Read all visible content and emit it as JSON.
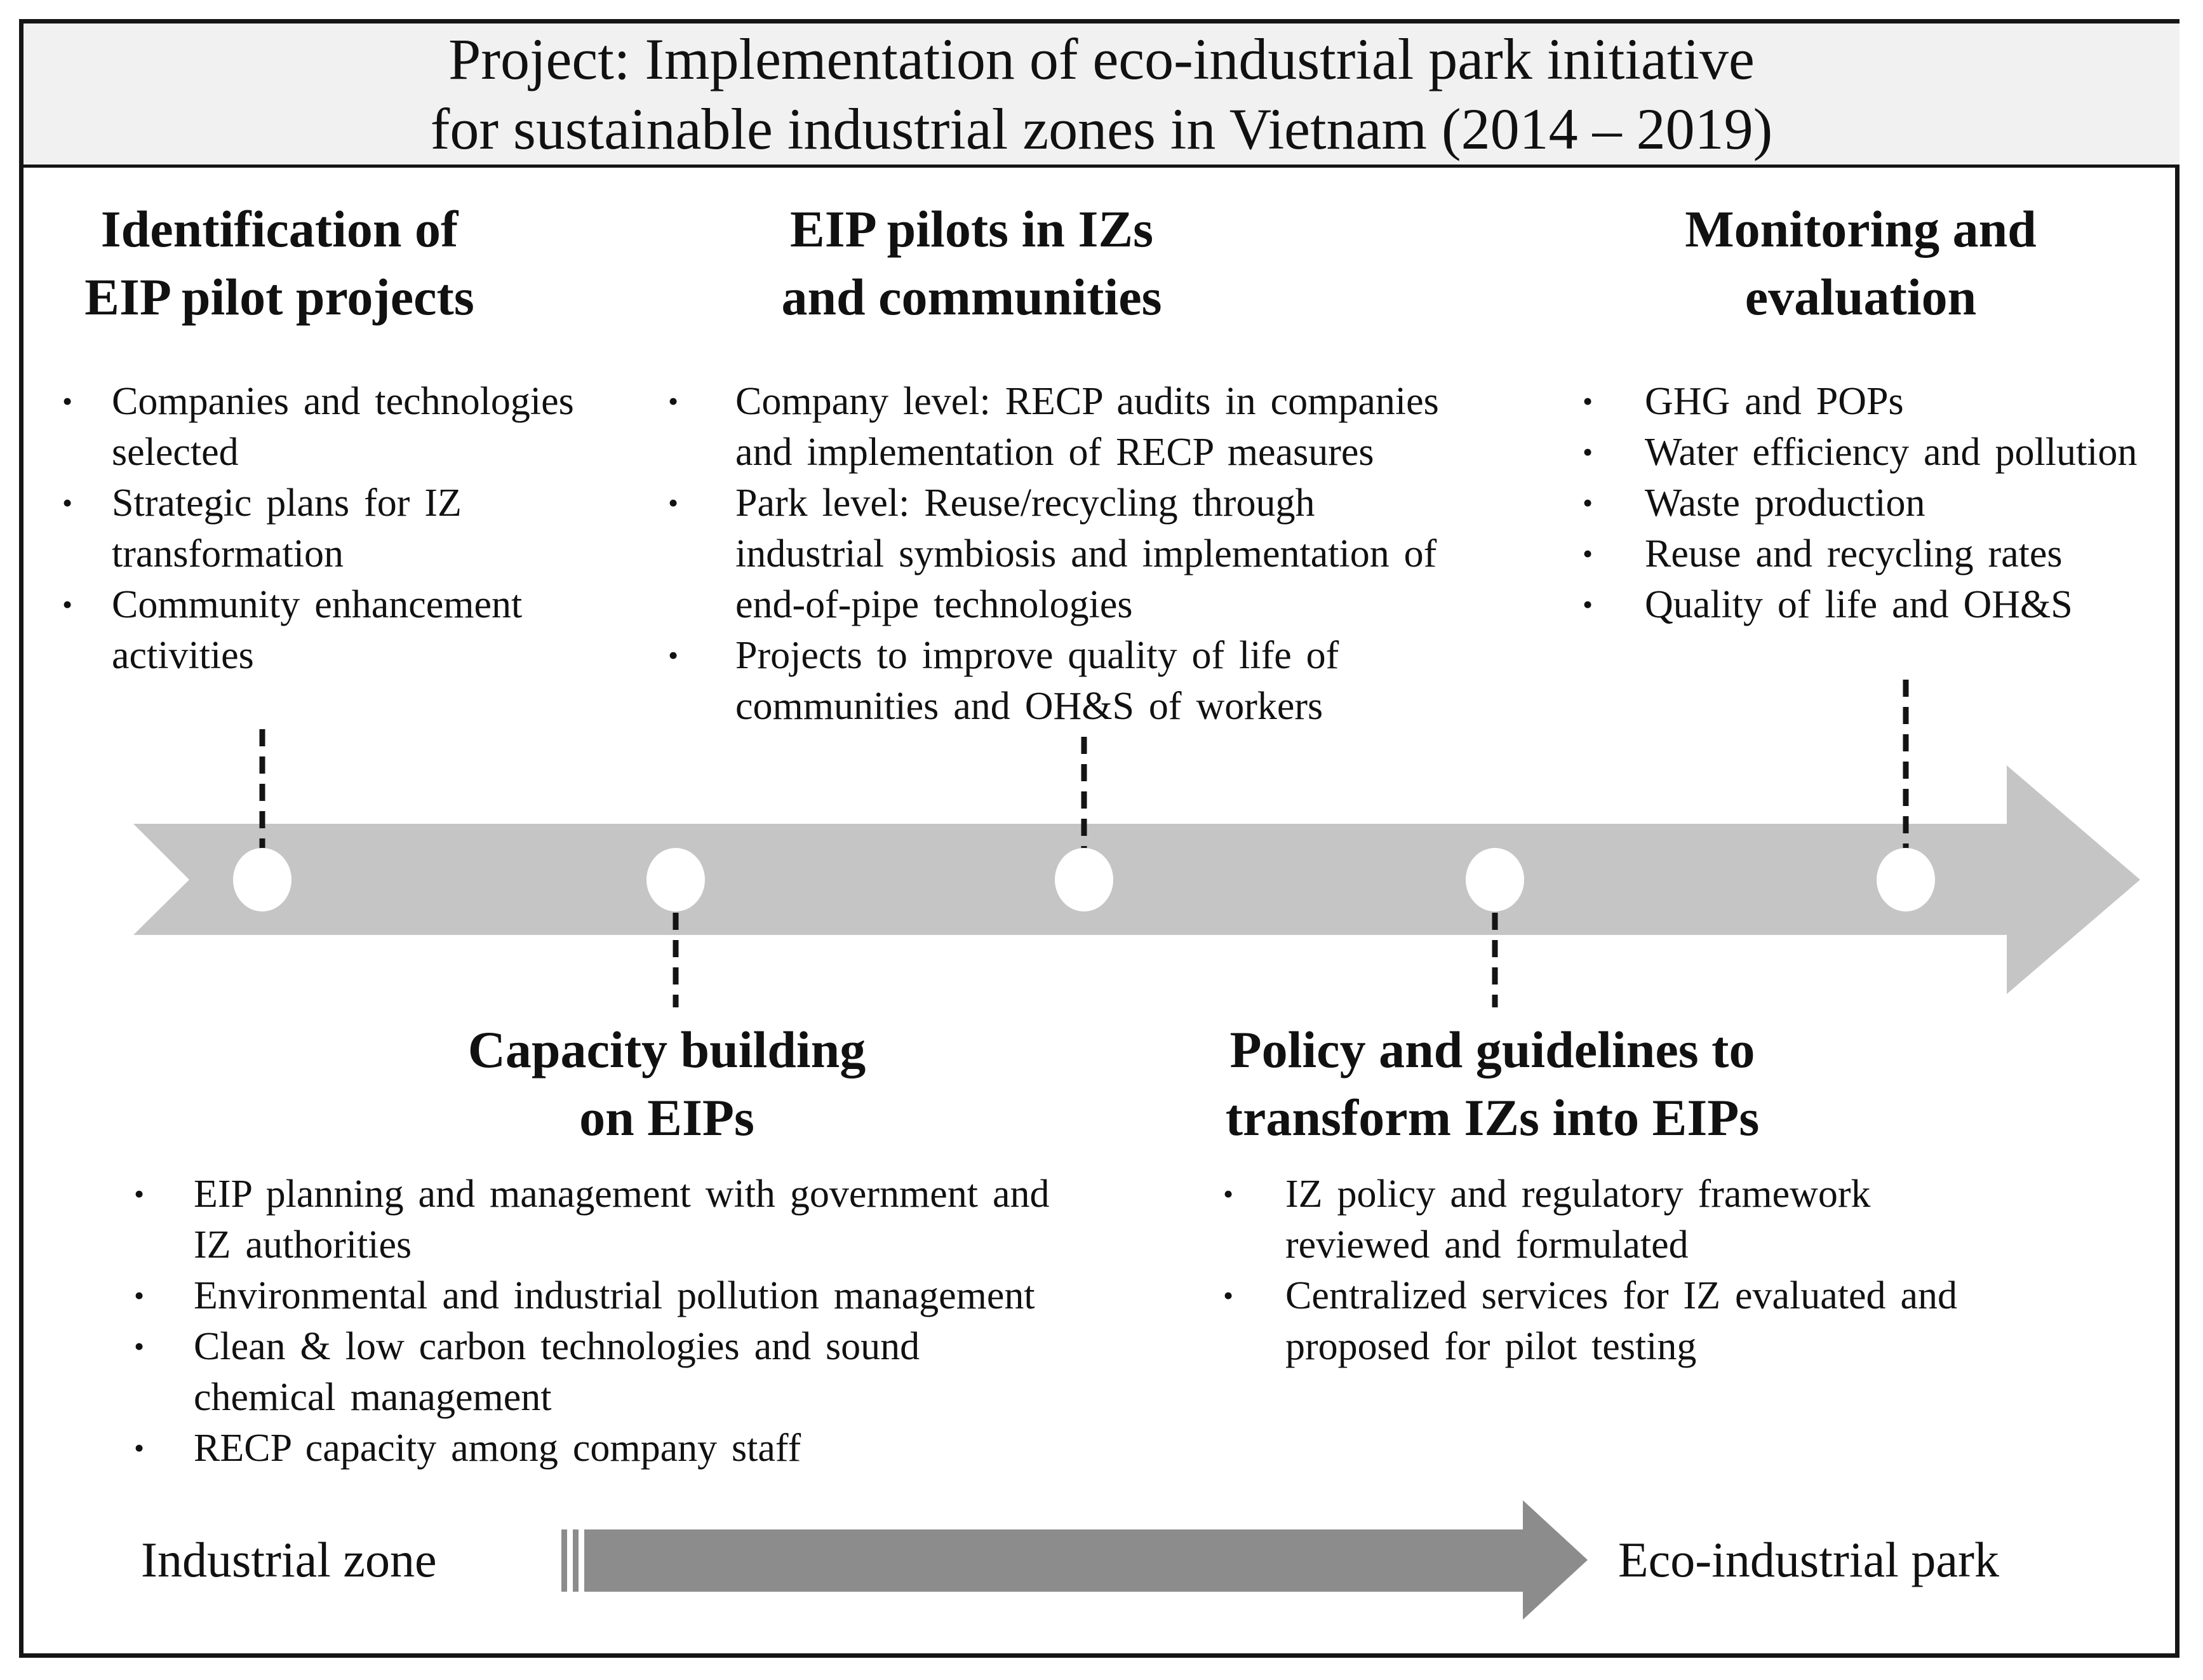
{
  "title": "Project: Implementation of eco-industrial park initiative\nfor sustainable industrial zones in Vietnam (2014 – 2019)",
  "glyphs": {
    "bullet": "•"
  },
  "colors": {
    "border": "#151515",
    "title_bar_bg": "#f1f1f1",
    "text": "#111111",
    "timeline_arrow": "#c5c5c5",
    "milestone_fill": "#ffffff",
    "bottom_arrow": "#8c8c8c"
  },
  "sections": {
    "identification": {
      "heading": "Identification of\nEIP pilot projects",
      "bullets": [
        "Companies and technologies\nselected",
        "Strategic plans for IZ\ntransformation",
        "Community enhancement\nactivities"
      ]
    },
    "pilots": {
      "heading": "EIP pilots in IZs\nand communities",
      "bullets": [
        "Company level: RECP audits in companies\nand implementation of RECP measures",
        "Park level: Reuse/recycling through\nindustrial symbiosis and implementation of\nend-of-pipe technologies",
        "Projects to improve quality of life of\ncommunities and OH&S of workers"
      ]
    },
    "monitoring": {
      "heading": "Monitoring and\nevaluation",
      "bullets": [
        "GHG and POPs",
        "Water efficiency and pollution",
        "Waste production",
        "Reuse and recycling rates",
        "Quality of life and OH&S"
      ]
    },
    "capacity": {
      "heading": "Capacity building\non EIPs",
      "bullets": [
        "EIP planning and management with government and\nIZ authorities",
        "Environmental and industrial pollution management",
        "Clean & low carbon technologies and sound\nchemical management",
        "RECP capacity among company staff"
      ]
    },
    "policy": {
      "heading": "Policy and guidelines to\ntransform IZs into EIPs",
      "bullets": [
        "IZ policy and regulatory framework\nreviewed and formulated",
        "Centralized services for IZ evaluated and\nproposed for pilot testing"
      ]
    }
  },
  "timeline": {
    "milestone_count": "5"
  },
  "bottom_axis": {
    "left_label": "Industrial zone",
    "right_label": "Eco-industrial park"
  }
}
